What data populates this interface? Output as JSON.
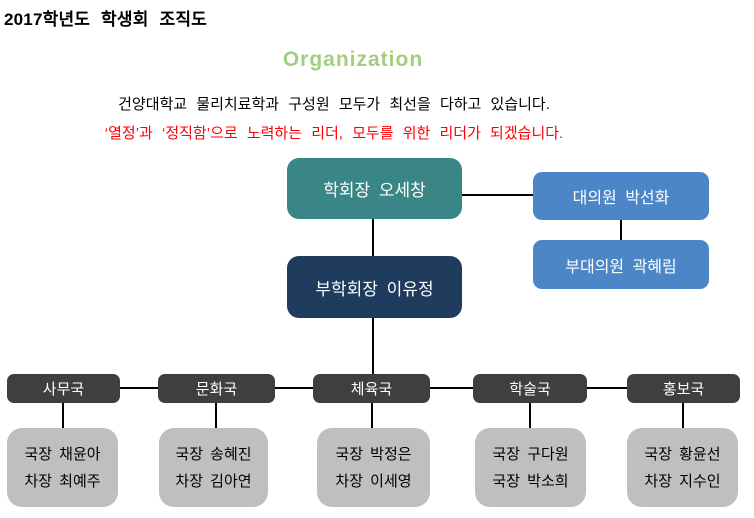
{
  "page": {
    "title": "2017학년도 학생회 조직도",
    "heading": "Organization",
    "intro_line1": "건양대학교 물리치료학과 구성원 모두가 최선을 다하고 있습니다.",
    "intro_line2": "‘열정’과 ‘정직함’으로 노력하는 리더, 모두를 위한 리더가 되겠습니다."
  },
  "org": {
    "president": "학회장 오세창",
    "vice_president": "부학회장 이유정",
    "delegate": "대의원 박선화",
    "vice_delegate": "부대의원 곽혜림",
    "departments": [
      {
        "name": "사무국",
        "members": [
          "국장 채윤아",
          "차장 최예주"
        ]
      },
      {
        "name": "문화국",
        "members": [
          "국장 송혜진",
          "차장 김아연"
        ]
      },
      {
        "name": "체육국",
        "members": [
          "국장 박정은",
          "차장 이세영"
        ]
      },
      {
        "name": "학술국",
        "members": [
          "국장 구다원",
          "국장 박소희"
        ]
      },
      {
        "name": "홍보국",
        "members": [
          "국장 황윤선",
          "차장 지수인"
        ]
      }
    ]
  },
  "colors": {
    "heading_green": "#A2CE7E",
    "intro_red": "#FF0000",
    "president_teal": "#3A8686",
    "vice_president_navy": "#1F3C5F",
    "delegate_blue": "#4D86C6",
    "department_dark_gray": "#3F3F3F",
    "member_light_gray": "#BFBFBF",
    "connector_black": "#000000"
  }
}
